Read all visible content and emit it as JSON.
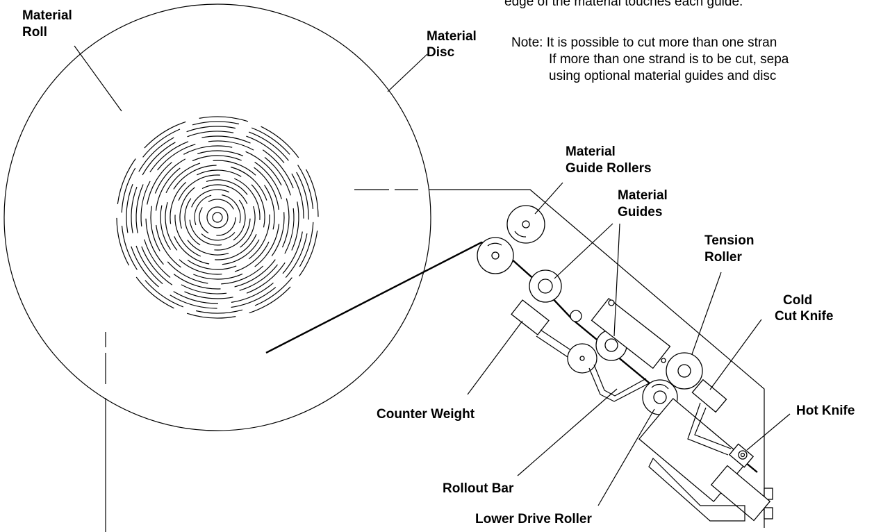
{
  "labels": {
    "material_roll": [
      "Material",
      "Roll"
    ],
    "material_disc": [
      "Material",
      "Disc"
    ],
    "material_guide_rollers": [
      "Material",
      "Guide Rollers"
    ],
    "material_guides": [
      "Material",
      "Guides"
    ],
    "tension_roller": [
      "Tension",
      "Roller"
    ],
    "cold_cut_knife": [
      "Cold",
      "Cut Knife"
    ],
    "counter_weight": "Counter Weight",
    "hot_knife": "Hot Knife",
    "rollout_bar": "Rollout Bar",
    "lower_drive_roller": "Lower Drive Roller"
  },
  "text": {
    "top_fragment": "edge of the material touches each guide.",
    "note_line1": "Note: It is possible to cut more than one stran",
    "note_line2": "If more than one strand is to be cut, sepa",
    "note_line3": "using optional material guides and disc"
  },
  "colors": {
    "ink": "#000000",
    "paper": "#ffffff"
  }
}
